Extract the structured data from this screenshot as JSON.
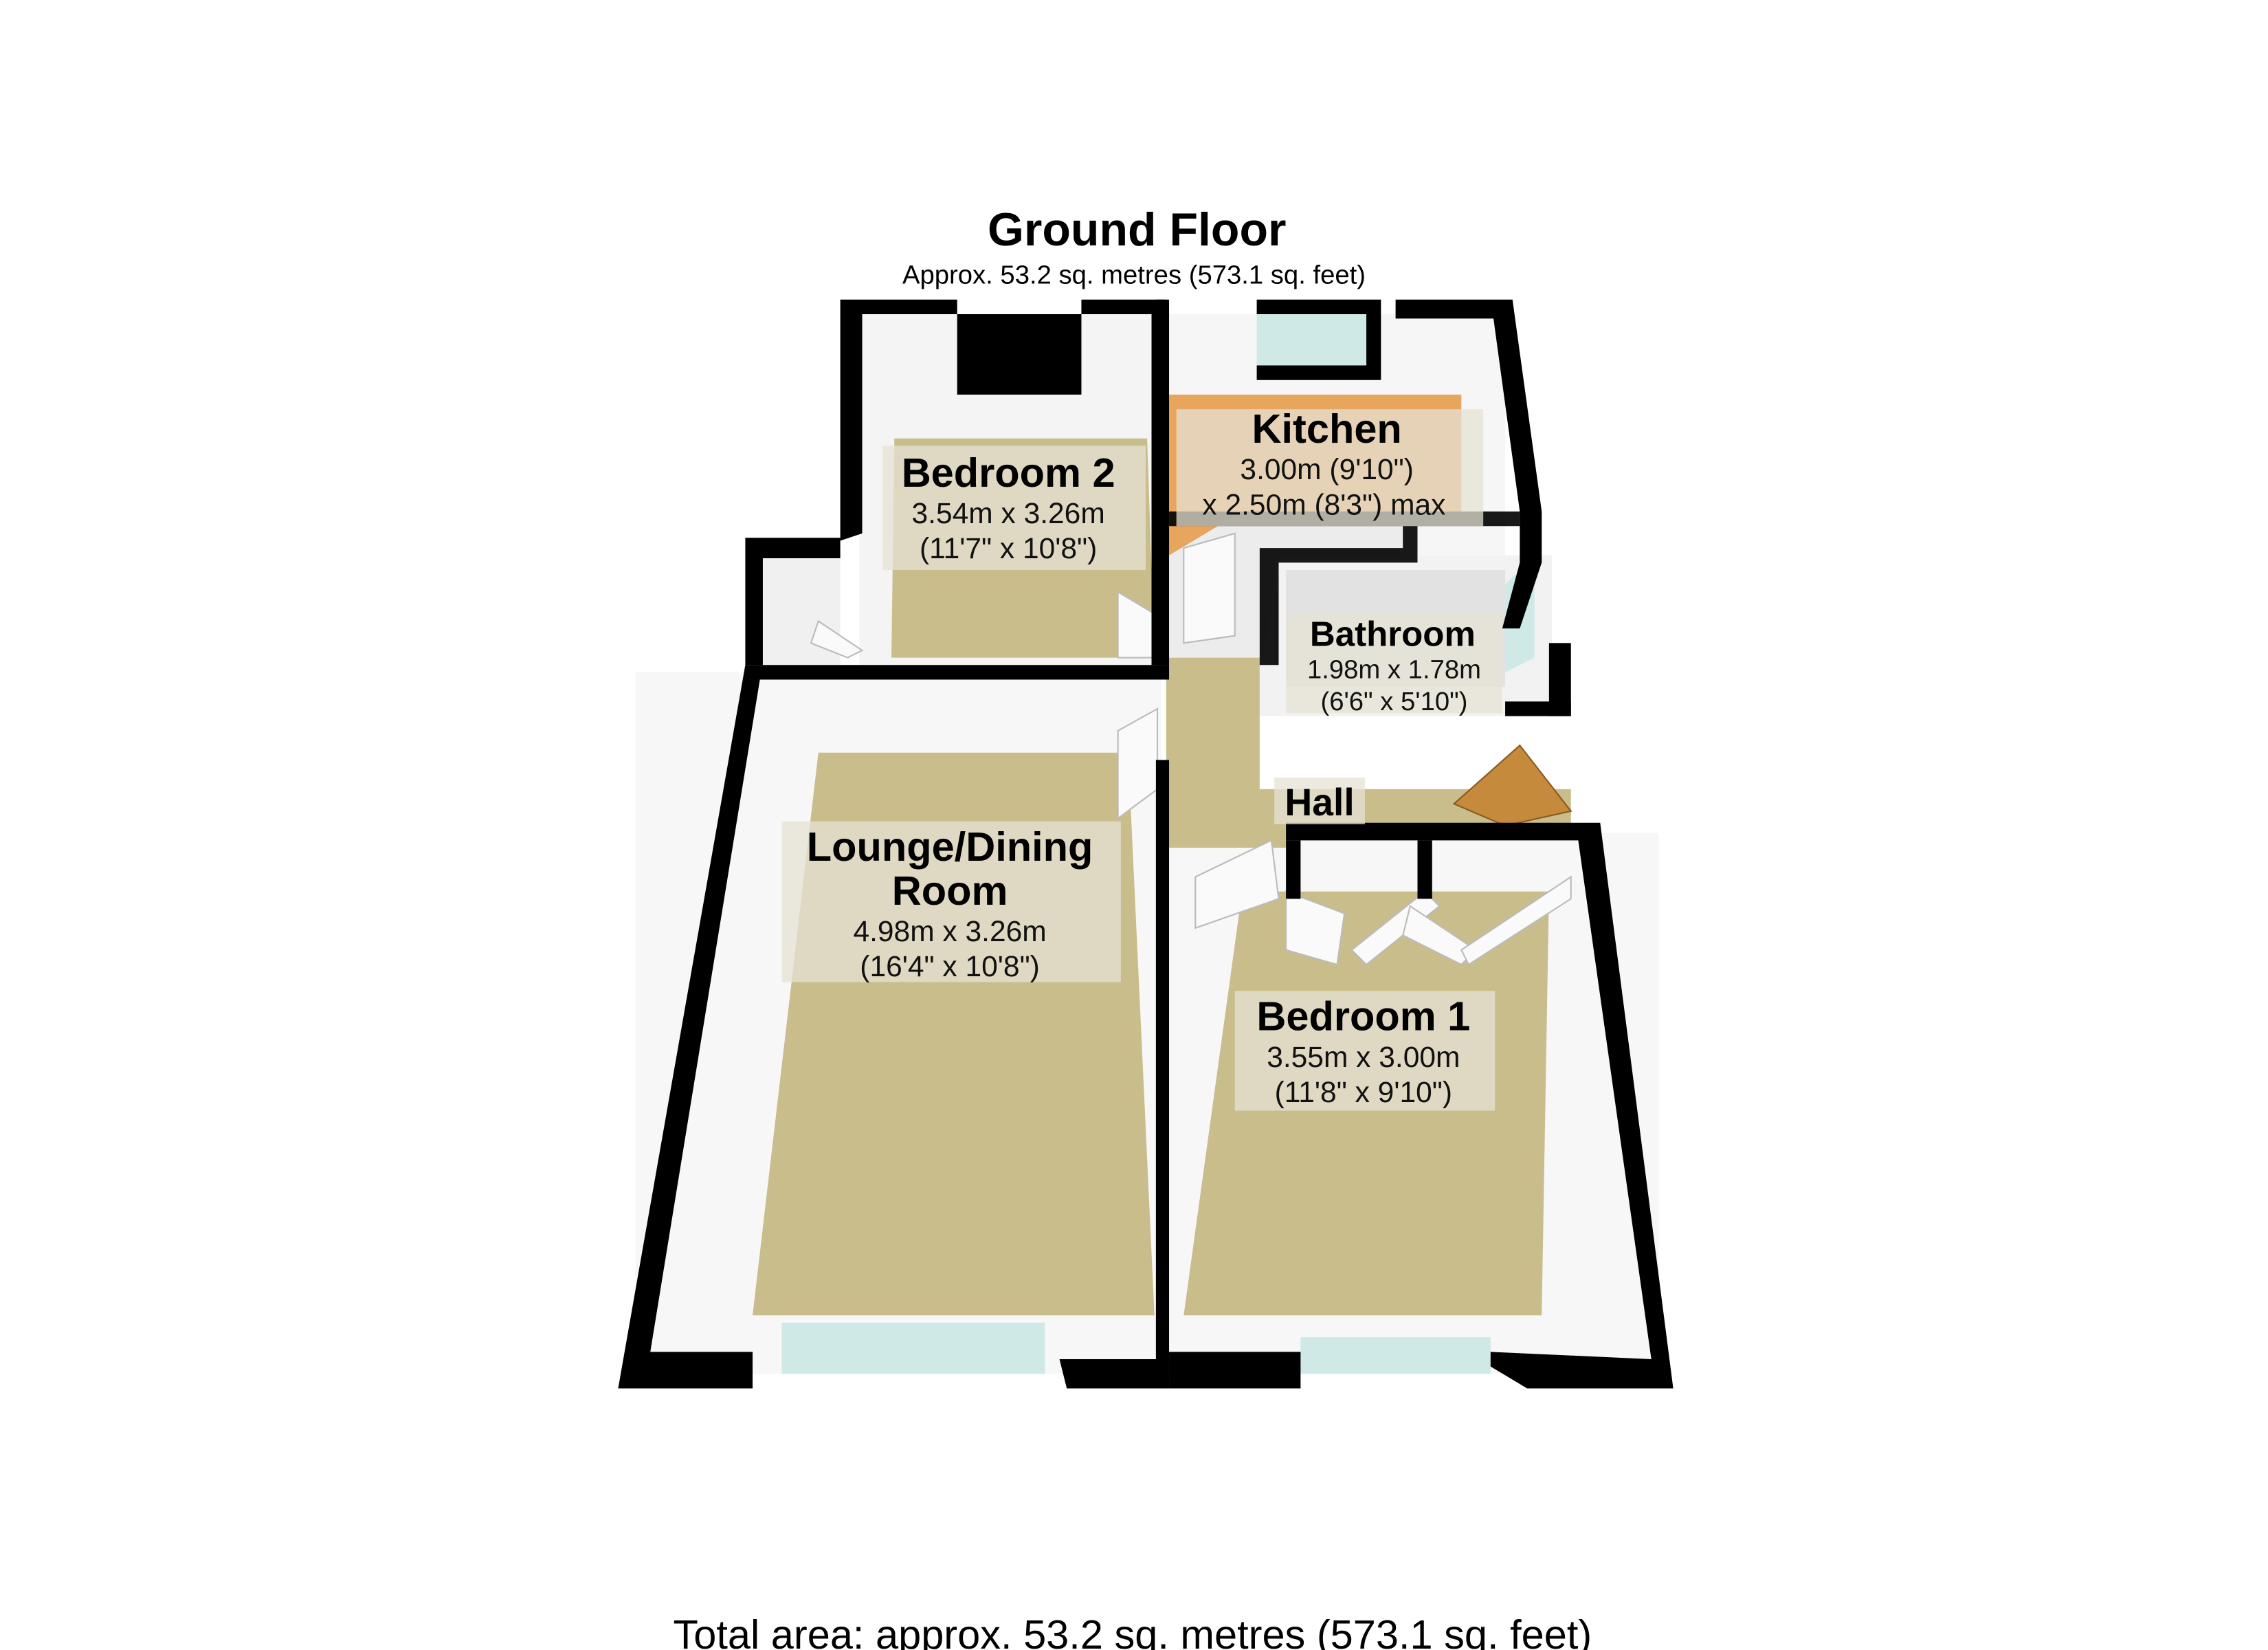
{
  "header": {
    "title": "Ground Floor",
    "subtitle": "Approx. 53.2 sq. metres (573.1 sq. feet)"
  },
  "rooms": {
    "bedroom2": {
      "name": "Bedroom 2",
      "dim1": "3.54m x 3.26m",
      "dim2": "(11'7\" x 10'8\")"
    },
    "kitchen": {
      "name": "Kitchen",
      "dim1": "3.00m (9'10\")",
      "dim2": "x 2.50m (8'3\") max"
    },
    "bathroom": {
      "name": "Bathroom",
      "dim1": "1.98m x 1.78m",
      "dim2": "(6'6\" x 5'10\")"
    },
    "hall": {
      "name": "Hall"
    },
    "lounge": {
      "name1": "Lounge/Dining",
      "name2": "Room",
      "dim1": "4.98m x 3.26m",
      "dim2": "(16'4\" x 10'8\")"
    },
    "bedroom1": {
      "name": "Bedroom 1",
      "dim1": "3.55m x 3.00m",
      "dim2": "(11'8\" x 9'10\")"
    }
  },
  "footer": {
    "total": "Total area: approx. 53.2 sq. metres (573.1 sq. feet)"
  },
  "colors": {
    "wall": "#000000",
    "carpet": "#cbbf8e",
    "kitchen_floor": "#e9a25a",
    "tile": "#eeeeee",
    "window": "#cfe9e6"
  }
}
